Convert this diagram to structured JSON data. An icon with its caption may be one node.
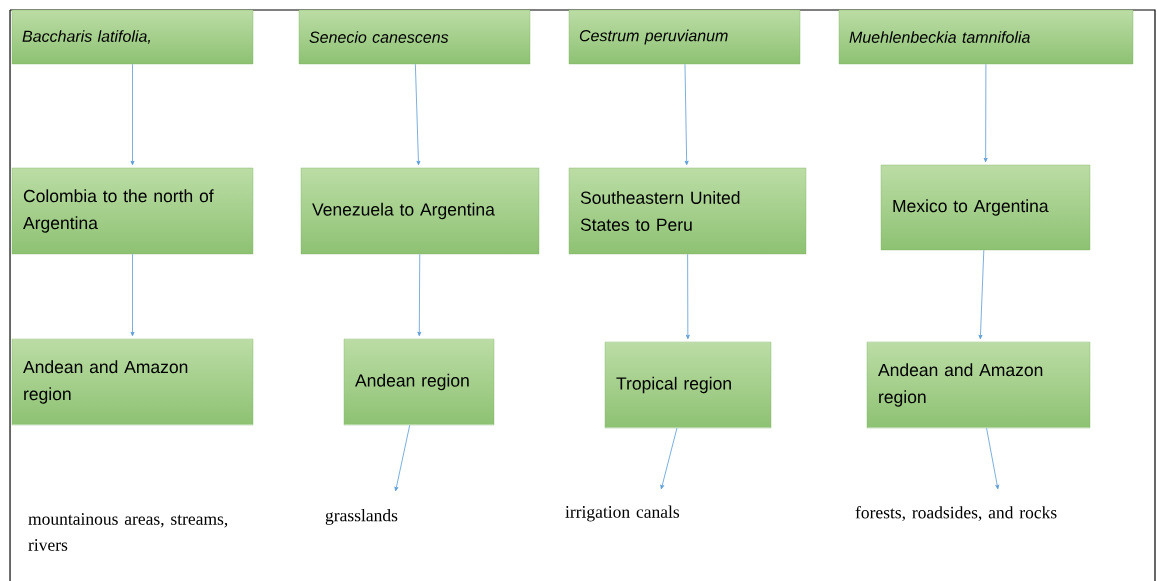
{
  "diagram": {
    "nodes": [
      {
        "text": [
          "Baccharis latifolia,"
        ]
      },
      {
        "text": [
          "Senecio canescens"
        ]
      },
      {
        "text": [
          "Cestrum peruvianum"
        ]
      },
      {
        "text": [
          "Muehlenbeckia tamnifolia"
        ]
      },
      {
        "text": [
          "Colombia to the north of Argentina"
        ]
      },
      {
        "text": [
          "Venezuela to Argentina"
        ]
      },
      {
        "text": [
          "Southeastern United States to Peru"
        ]
      },
      {
        "text": [
          "Mexico to Argentina"
        ]
      },
      {
        "text": [
          "Andean and Amazon region"
        ]
      },
      {
        "text": [
          "Andean region"
        ]
      },
      {
        "text": [
          "Tropical region"
        ]
      },
      {
        "text": [
          "Andean and Amazon region"
        ]
      },
      {
        "text": [
          "mountainous areas, streams, rivers"
        ]
      },
      {
        "text": [
          "grasslands"
        ]
      },
      {
        "text": [
          "irrigation canals"
        ]
      },
      {
        "text": [
          "forests, roadsides, and rocks"
        ]
      }
    ],
    "edges": [
      {
        "from": 0,
        "to": 4,
        "arrow": "to"
      },
      {
        "from": 4,
        "to": 8,
        "arrow": "to"
      },
      {
        "from": 1,
        "to": 5,
        "arrow": "to"
      },
      {
        "from": 5,
        "to": 9,
        "arrow": "to"
      },
      {
        "from": 9,
        "to": 13,
        "arrow": "to"
      },
      {
        "from": 2,
        "to": 6,
        "arrow": "to"
      },
      {
        "from": 6,
        "to": 10,
        "arrow": "to"
      },
      {
        "from": 10,
        "to": 14,
        "arrow": "to"
      },
      {
        "from": 3,
        "to": 7,
        "arrow": "to"
      },
      {
        "from": 7,
        "to": 11,
        "arrow": "to"
      },
      {
        "from": 11,
        "to": 15,
        "arrow": "to"
      }
    ]
  }
}
